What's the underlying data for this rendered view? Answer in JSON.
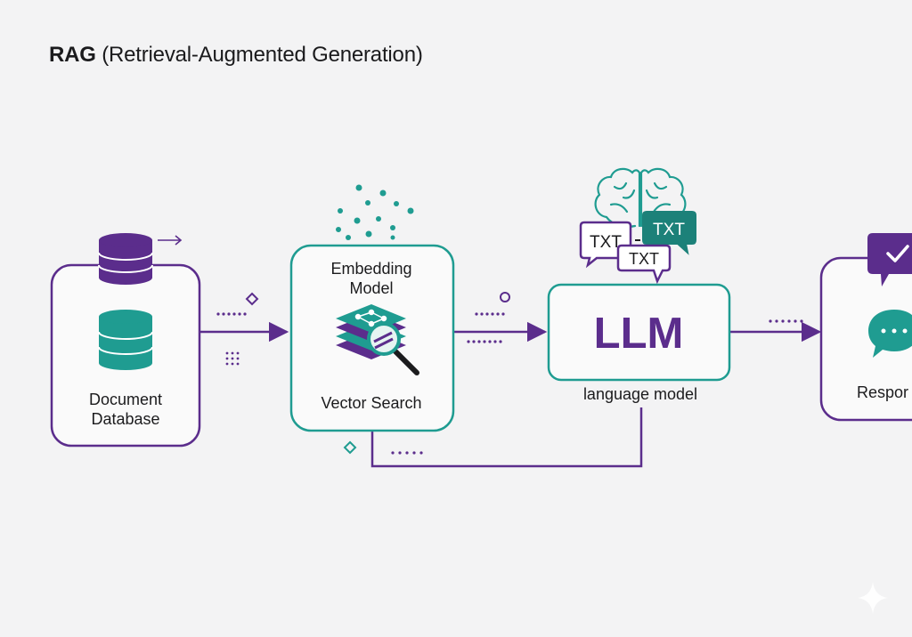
{
  "title": {
    "strong": "RAG",
    "rest": "(Retrieval-Augmented Generation)"
  },
  "nodes": {
    "document_database": {
      "line1": "Document",
      "line2": "Database"
    },
    "embedding_model": {
      "line1": "Embedding",
      "line2": "Model",
      "line3": "Vector Search"
    },
    "llm": {
      "label": "LLM",
      "caption": "language model"
    },
    "response": {
      "label": "Respor"
    }
  },
  "badges": {
    "txt_left": "TXT",
    "txt_right": "TXT",
    "txt_bottom": "TXT"
  },
  "colors": {
    "purple": "#5b2d8c",
    "teal": "#1f9c91",
    "dark_teal": "#1c8179",
    "background": "#f3f3f4"
  },
  "icons": [
    "database-icon",
    "vector-search-icon",
    "magnifier-icon",
    "brain-icon",
    "chat-bubble-icon",
    "checkmark-icon",
    "sparkle-icon"
  ]
}
